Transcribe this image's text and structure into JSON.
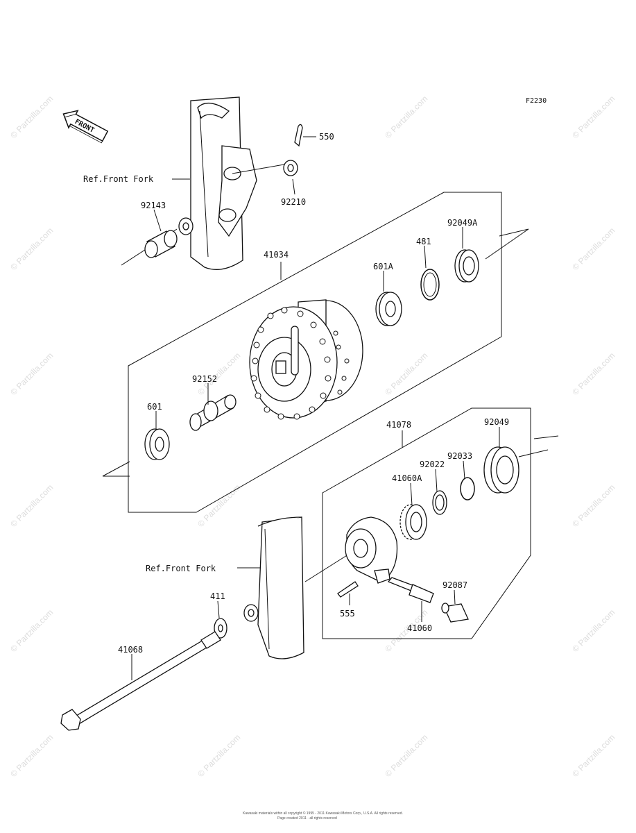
{
  "diagram_code": "F2230",
  "front_indicator": "FRONT",
  "watermark": "© Partzilla.com",
  "footer": [
    "Kawasaki materials within all copyright © 1995 - 2011 Kawasaki Motors Corp., U.S.A. All rights reserved.",
    "Page created 2011 · all rights reserved"
  ],
  "callouts": {
    "c550": "550",
    "c92210": "92210",
    "ref_fork_top": "Ref.Front Fork",
    "c92143": "92143",
    "c41034": "41034",
    "c92049A": "92049A",
    "c481": "481",
    "c601A": "601A",
    "c92152": "92152",
    "c601": "601",
    "c41078": "41078",
    "c92049": "92049",
    "c92033": "92033",
    "c92022": "92022",
    "c41060A": "41060A",
    "ref_fork_bottom": "Ref.Front Fork",
    "c92087": "92087",
    "c411": "411",
    "c555": "555",
    "c41060": "41060",
    "c41068": "41068"
  }
}
